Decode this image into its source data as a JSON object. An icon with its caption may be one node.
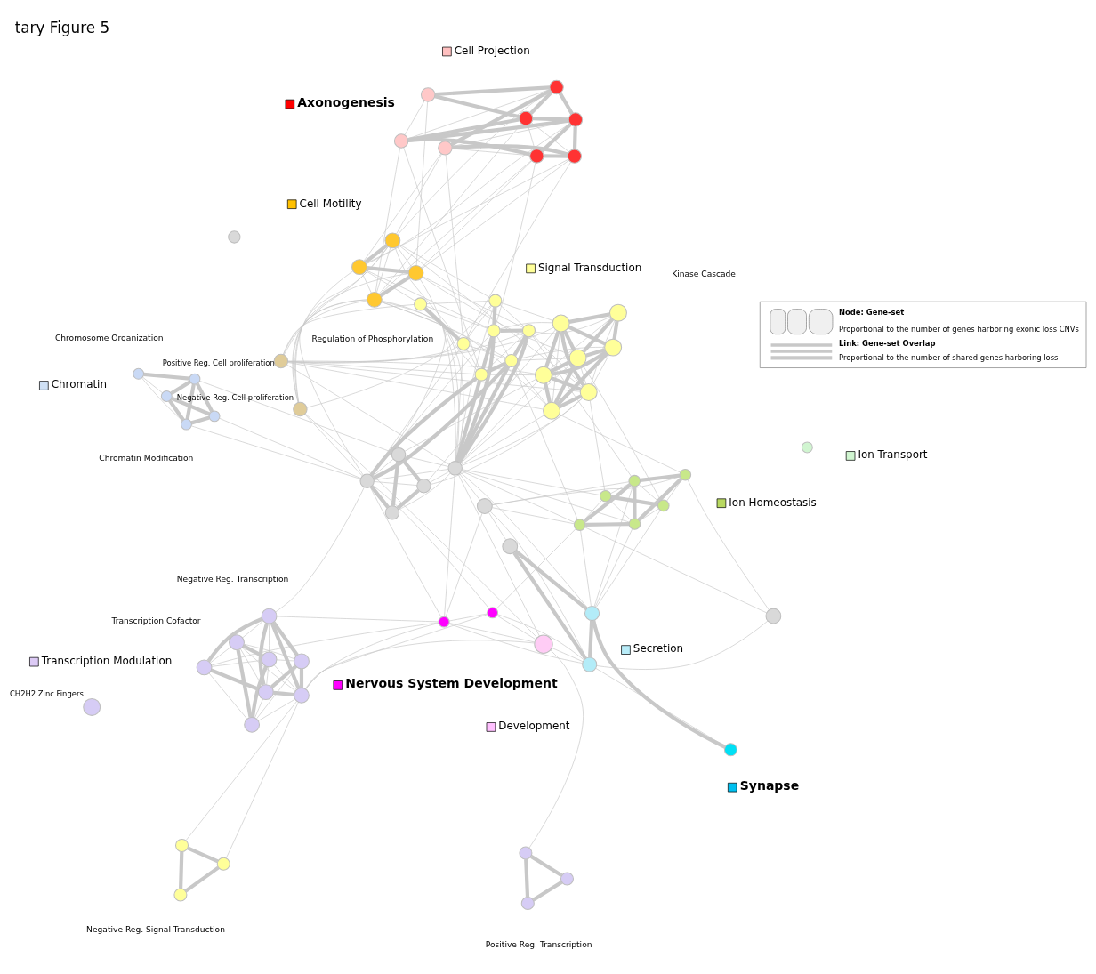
{
  "diagram": {
    "title": "tary Figure 5",
    "nodes": [
      {
        "text": [],
        "shape": "circle"
      },
      {
        "text": [],
        "shape": "circle"
      },
      {
        "text": [],
        "shape": "circle"
      },
      {
        "text": [],
        "shape": "circle"
      },
      {
        "text": [],
        "shape": "circle"
      },
      {
        "text": [],
        "shape": "circle"
      },
      {
        "text": [],
        "shape": "circle"
      },
      {
        "text": [],
        "shape": "circle"
      },
      {
        "text": [],
        "shape": "circle"
      },
      {
        "text": [],
        "shape": "circle"
      },
      {
        "text": [],
        "shape": "circle"
      },
      {
        "text": [],
        "shape": "circle"
      },
      {
        "text": [],
        "shape": "circle"
      },
      {
        "text": [],
        "shape": "circle"
      },
      {
        "text": [],
        "shape": "circle"
      },
      {
        "text": [],
        "shape": "circle"
      },
      {
        "text": [],
        "shape": "circle",
        "beside": [
          "CH2H2 Zinc Fingers"
        ]
      },
      {
        "text": [],
        "shape": "circle"
      },
      {
        "text": [],
        "shape": "circle"
      },
      {
        "text": [],
        "shape": "circle"
      },
      {
        "text": [],
        "shape": "circle"
      },
      {
        "text": [],
        "shape": "circle"
      },
      {
        "text": [],
        "shape": "circle"
      },
      {
        "text": [],
        "shape": "circle"
      },
      {
        "text": [],
        "shape": "circle"
      },
      {
        "text": [],
        "shape": "circle"
      },
      {
        "text": [],
        "shape": "circle"
      },
      {
        "text": [],
        "shape": "circle"
      },
      {
        "text": [],
        "shape": "circle"
      },
      {
        "text": [],
        "shape": "circle"
      },
      {
        "text": [],
        "shape": "circle"
      },
      {
        "text": [],
        "shape": "circle"
      },
      {
        "text": [],
        "shape": "circle"
      },
      {
        "text": [],
        "shape": "circle"
      },
      {
        "text": [],
        "shape": "circle"
      },
      {
        "text": [],
        "shape": "circle"
      },
      {
        "text": [],
        "shape": "circle"
      },
      {
        "text": [],
        "shape": "circle"
      },
      {
        "text": [],
        "shape": "circle"
      },
      {
        "text": [],
        "shape": "circle"
      },
      {
        "text": [],
        "shape": "circle"
      },
      {
        "text": [],
        "shape": "circle"
      },
      {
        "text": [],
        "shape": "circle"
      },
      {
        "text": [],
        "shape": "circle"
      },
      {
        "text": [],
        "shape": "circle"
      },
      {
        "text": [],
        "shape": "circle"
      },
      {
        "text": [],
        "shape": "circle"
      },
      {
        "text": [],
        "shape": "circle"
      },
      {
        "text": [],
        "shape": "circle"
      },
      {
        "text": [],
        "shape": "circle"
      },
      {
        "text": [],
        "shape": "circle"
      },
      {
        "text": [],
        "shape": "circle"
      },
      {
        "text": [],
        "shape": "circle"
      },
      {
        "text": [],
        "shape": "circle"
      },
      {
        "text": [],
        "shape": "circle"
      },
      {
        "text": [],
        "shape": "circle",
        "beside": [
          "Negative Reg. Cell proliferation"
        ]
      },
      {
        "text": [],
        "shape": "circle",
        "beside": [
          "Positive Reg. Cell proliferation"
        ]
      },
      {
        "text": [],
        "shape": "circle"
      },
      {
        "text": [],
        "shape": "circle"
      },
      {
        "text": [],
        "shape": "circle"
      },
      {
        "text": [],
        "shape": "circle"
      },
      {
        "text": [],
        "shape": "circle"
      },
      {
        "text": [],
        "shape": "circle"
      },
      {
        "text": [],
        "shape": "circle"
      },
      {
        "text": [],
        "shape": "circle"
      },
      {
        "text": [],
        "shape": "circle"
      },
      {
        "text": [],
        "shape": "circle"
      },
      {
        "text": [],
        "shape": "circle"
      },
      {
        "text": [],
        "shape": "circle"
      },
      {
        "text": [],
        "shape": "circle"
      }
    ],
    "edges": [
      {
        "from": 0,
        "to": 1,
        "arrow": "none",
        "style": "thick"
      },
      {
        "from": 1,
        "to": 2,
        "arrow": "none",
        "style": "thick"
      },
      {
        "from": 0,
        "to": 2,
        "arrow": "none",
        "style": "thick"
      },
      {
        "from": 0,
        "to": 13,
        "arrow": "none"
      },
      {
        "from": 2,
        "to": 13,
        "arrow": "none"
      },
      {
        "from": 3,
        "to": 4,
        "arrow": "none"
      },
      {
        "from": 3,
        "to": 5,
        "arrow": "none",
        "style": "thick"
      },
      {
        "from": 3,
        "to": 6,
        "arrow": "none"
      },
      {
        "from": 4,
        "to": 5,
        "arrow": "none",
        "style": "thick"
      },
      {
        "from": 4,
        "to": 6,
        "arrow": "none",
        "style": "thick"
      },
      {
        "from": 4,
        "to": 7,
        "arrow": "none",
        "style": "thick"
      },
      {
        "from": 5,
        "to": 7,
        "arrow": "none",
        "style": "thick"
      },
      {
        "from": 6,
        "to": 7,
        "arrow": "none",
        "style": "thick"
      },
      {
        "from": 6,
        "to": 5,
        "arrow": "none",
        "style": "thick"
      },
      {
        "from": 6,
        "to": 40,
        "arrow": "none"
      },
      {
        "from": 7,
        "to": 40,
        "arrow": "none"
      },
      {
        "from": 5,
        "to": 37,
        "arrow": "none"
      },
      {
        "from": 8,
        "to": 9,
        "arrow": "none",
        "style": "thick"
      },
      {
        "from": 9,
        "to": 10,
        "arrow": "none",
        "style": "thick"
      },
      {
        "from": 8,
        "to": 10,
        "arrow": "none",
        "style": "thick"
      },
      {
        "from": 8,
        "to": 11,
        "arrow": "none"
      },
      {
        "from": 8,
        "to": 13,
        "arrow": "none"
      },
      {
        "from": 8,
        "to": 12,
        "arrow": "none"
      },
      {
        "from": 8,
        "to": 14,
        "arrow": "none"
      },
      {
        "from": 9,
        "to": 11,
        "arrow": "none"
      },
      {
        "from": 9,
        "to": 12,
        "arrow": "none"
      },
      {
        "from": 9,
        "to": 13,
        "arrow": "none"
      },
      {
        "from": 9,
        "to": 14,
        "arrow": "none"
      },
      {
        "from": 9,
        "to": 15,
        "arrow": "none"
      },
      {
        "from": 10,
        "to": 11,
        "arrow": "none"
      },
      {
        "from": 10,
        "to": 12,
        "arrow": "none"
      },
      {
        "from": 10,
        "to": 13,
        "arrow": "none"
      },
      {
        "from": 10,
        "to": 14,
        "arrow": "none"
      },
      {
        "from": 10,
        "to": 15,
        "arrow": "none"
      },
      {
        "from": 11,
        "to": 12,
        "arrow": "none",
        "style": "thick"
      },
      {
        "from": 11,
        "to": 13,
        "arrow": "none",
        "style": "thick"
      },
      {
        "from": 11,
        "to": 15,
        "arrow": "none",
        "style": "thick"
      },
      {
        "from": 12,
        "to": 13,
        "arrow": "none",
        "style": "thick"
      },
      {
        "from": 12,
        "to": 14,
        "arrow": "none",
        "style": "thick"
      },
      {
        "from": 12,
        "to": 15,
        "arrow": "none",
        "style": "thick"
      },
      {
        "from": 13,
        "to": 15,
        "arrow": "none",
        "style": "thick"
      },
      {
        "from": 14,
        "to": 15,
        "arrow": "none",
        "style": "thick"
      },
      {
        "from": 13,
        "to": 31,
        "arrow": "none"
      },
      {
        "from": 13,
        "to": 30,
        "arrow": "none"
      },
      {
        "from": 13,
        "to": 32,
        "arrow": "none"
      },
      {
        "from": 14,
        "to": 31,
        "arrow": "none"
      },
      {
        "from": 15,
        "to": 31,
        "arrow": "none"
      },
      {
        "from": 15,
        "to": 40,
        "arrow": "none"
      },
      {
        "from": 17,
        "to": 18,
        "arrow": "none",
        "style": "thick"
      },
      {
        "from": 17,
        "to": 19,
        "arrow": "none"
      },
      {
        "from": 18,
        "to": 19,
        "arrow": "none",
        "style": "thick"
      },
      {
        "from": 18,
        "to": 22,
        "arrow": "none",
        "style": "thick"
      },
      {
        "from": 19,
        "to": 22,
        "arrow": "none",
        "style": "thick"
      },
      {
        "from": 18,
        "to": 24,
        "arrow": "none"
      },
      {
        "from": 18,
        "to": 26,
        "arrow": "none"
      },
      {
        "from": 18,
        "to": 27,
        "arrow": "none"
      },
      {
        "from": 18,
        "to": 36,
        "arrow": "none"
      },
      {
        "from": 18,
        "to": 28,
        "arrow": "none"
      },
      {
        "from": 19,
        "to": 21,
        "arrow": "none"
      },
      {
        "from": 19,
        "to": 20,
        "arrow": "none"
      },
      {
        "from": 19,
        "to": 31,
        "arrow": "none"
      },
      {
        "from": 19,
        "to": 30,
        "arrow": "none"
      },
      {
        "from": 20,
        "to": 27,
        "arrow": "none"
      },
      {
        "from": 21,
        "to": 27,
        "arrow": "none"
      },
      {
        "from": 21,
        "to": 26,
        "arrow": "none"
      },
      {
        "from": 21,
        "to": 25,
        "arrow": "none"
      },
      {
        "from": 20,
        "to": 25,
        "arrow": "none"
      },
      {
        "from": 21,
        "to": 36,
        "arrow": "none"
      },
      {
        "from": 21,
        "to": 22,
        "arrow": "none"
      },
      {
        "from": 24,
        "to": 25,
        "arrow": "none",
        "style": "thick"
      },
      {
        "from": 24,
        "to": 26,
        "arrow": "none",
        "style": "thick"
      },
      {
        "from": 24,
        "to": 27,
        "arrow": "none",
        "style": "thick"
      },
      {
        "from": 24,
        "to": 28,
        "arrow": "none"
      },
      {
        "from": 24,
        "to": 29,
        "arrow": "none"
      },
      {
        "from": 25,
        "to": 26,
        "arrow": "none",
        "style": "thick"
      },
      {
        "from": 25,
        "to": 28,
        "arrow": "none"
      },
      {
        "from": 26,
        "to": 27,
        "arrow": "none",
        "style": "thick"
      },
      {
        "from": 26,
        "to": 29,
        "arrow": "none"
      },
      {
        "from": 27,
        "to": 29,
        "arrow": "none"
      },
      {
        "from": 28,
        "to": 29,
        "arrow": "none",
        "style": "thick"
      },
      {
        "from": 26,
        "to": 28,
        "arrow": "none"
      },
      {
        "from": 27,
        "to": 36,
        "arrow": "none"
      },
      {
        "from": 29,
        "to": 36,
        "arrow": "none"
      },
      {
        "from": 28,
        "to": 43,
        "arrow": "none"
      },
      {
        "from": 25,
        "to": 41,
        "arrow": "none"
      },
      {
        "from": 24,
        "to": 36,
        "arrow": "none"
      },
      {
        "from": 29,
        "to": 46,
        "arrow": "none"
      },
      {
        "from": 26,
        "to": 50,
        "arrow": "none"
      },
      {
        "from": 27,
        "to": 48,
        "arrow": "none"
      },
      {
        "from": 30,
        "to": 31,
        "arrow": "none"
      },
      {
        "from": 30,
        "to": 32,
        "arrow": "none"
      },
      {
        "from": 31,
        "to": 32,
        "arrow": "none"
      },
      {
        "from": 30,
        "to": 27,
        "arrow": "none"
      },
      {
        "from": 31,
        "to": 36,
        "arrow": "none"
      },
      {
        "from": 32,
        "to": 36,
        "arrow": "none"
      },
      {
        "from": 32,
        "to": 19,
        "arrow": "none"
      },
      {
        "from": 32,
        "to": 55,
        "arrow": "none"
      },
      {
        "from": 32,
        "to": 34,
        "arrow": "none"
      },
      {
        "from": 31,
        "to": 40,
        "arrow": "none"
      },
      {
        "from": 30,
        "to": 40,
        "arrow": "none"
      },
      {
        "from": 31,
        "to": 21,
        "arrow": "none"
      },
      {
        "from": 33,
        "to": 34,
        "arrow": "none",
        "style": "thick"
      },
      {
        "from": 33,
        "to": 35,
        "arrow": "none",
        "style": "thick"
      },
      {
        "from": 34,
        "to": 35,
        "arrow": "none",
        "style": "thick"
      },
      {
        "from": 36,
        "to": 37,
        "arrow": "none"
      },
      {
        "from": 36,
        "to": 38,
        "arrow": "none"
      },
      {
        "from": 36,
        "to": 39,
        "arrow": "none"
      },
      {
        "from": 36,
        "to": 40,
        "arrow": "none"
      },
      {
        "from": 36,
        "to": 48,
        "arrow": "none",
        "style": "thick"
      },
      {
        "from": 36,
        "to": 49,
        "arrow": "none",
        "style": "thick"
      },
      {
        "from": 36,
        "to": 50,
        "arrow": "none",
        "style": "thick"
      },
      {
        "from": 36,
        "to": 51,
        "arrow": "none",
        "style": "thick"
      },
      {
        "from": 36,
        "to": 52,
        "arrow": "none"
      },
      {
        "from": 36,
        "to": 53,
        "arrow": "none"
      },
      {
        "from": 36,
        "to": 54,
        "arrow": "none"
      },
      {
        "from": 36,
        "to": 41,
        "arrow": "none"
      },
      {
        "from": 36,
        "to": 43,
        "arrow": "none"
      },
      {
        "from": 36,
        "to": 45,
        "arrow": "none"
      },
      {
        "from": 36,
        "to": 46,
        "arrow": "none"
      },
      {
        "from": 36,
        "to": 57,
        "arrow": "none"
      },
      {
        "from": 36,
        "to": 58,
        "arrow": "none"
      },
      {
        "from": 37,
        "to": 38,
        "arrow": "none",
        "style": "thick"
      },
      {
        "from": 37,
        "to": 39,
        "arrow": "none",
        "style": "thick"
      },
      {
        "from": 38,
        "to": 39,
        "arrow": "none",
        "style": "thick"
      },
      {
        "from": 38,
        "to": 40,
        "arrow": "none",
        "style": "thick"
      },
      {
        "from": 37,
        "to": 40,
        "arrow": "none"
      },
      {
        "from": 39,
        "to": 40,
        "arrow": "none"
      },
      {
        "from": 40,
        "to": 48,
        "arrow": "none",
        "style": "thick"
      },
      {
        "from": 40,
        "to": 49,
        "arrow": "none",
        "style": "thick"
      },
      {
        "from": 40,
        "to": 51,
        "arrow": "none"
      },
      {
        "from": 40,
        "to": 53,
        "arrow": "none"
      },
      {
        "from": 40,
        "to": 54,
        "arrow": "none"
      },
      {
        "from": 40,
        "to": 57,
        "arrow": "none"
      },
      {
        "from": 39,
        "to": 46,
        "arrow": "none"
      },
      {
        "from": 39,
        "to": 47,
        "arrow": "none"
      },
      {
        "from": 37,
        "to": 45,
        "arrow": "none"
      },
      {
        "from": 41,
        "to": 42,
        "arrow": "none",
        "style": "thick"
      },
      {
        "from": 41,
        "to": 43,
        "arrow": "none",
        "style": "thick"
      },
      {
        "from": 41,
        "to": 45,
        "arrow": "none",
        "style": "thick"
      },
      {
        "from": 41,
        "to": 46,
        "arrow": "none",
        "style": "thick"
      },
      {
        "from": 41,
        "to": 47,
        "arrow": "none"
      },
      {
        "from": 42,
        "to": 43,
        "arrow": "none",
        "style": "thick"
      },
      {
        "from": 42,
        "to": 44,
        "arrow": "none",
        "style": "thick"
      },
      {
        "from": 42,
        "to": 45,
        "arrow": "none",
        "style": "thick"
      },
      {
        "from": 42,
        "to": 46,
        "arrow": "none"
      },
      {
        "from": 42,
        "to": 47,
        "arrow": "none",
        "style": "thick"
      },
      {
        "from": 43,
        "to": 44,
        "arrow": "none",
        "style": "thick"
      },
      {
        "from": 43,
        "to": 45,
        "arrow": "none",
        "style": "thick"
      },
      {
        "from": 43,
        "to": 46,
        "arrow": "none"
      },
      {
        "from": 43,
        "to": 47,
        "arrow": "none",
        "style": "thick"
      },
      {
        "from": 44,
        "to": 45,
        "arrow": "none"
      },
      {
        "from": 44,
        "to": 46,
        "arrow": "none"
      },
      {
        "from": 44,
        "to": 47,
        "arrow": "none",
        "style": "thick"
      },
      {
        "from": 45,
        "to": 46,
        "arrow": "none",
        "style": "thick"
      },
      {
        "from": 45,
        "to": 47,
        "arrow": "none",
        "style": "thick"
      },
      {
        "from": 46,
        "to": 47,
        "arrow": "none",
        "style": "thick"
      },
      {
        "from": 48,
        "to": 49,
        "arrow": "none",
        "style": "thick"
      },
      {
        "from": 48,
        "to": 50,
        "arrow": "none",
        "style": "thick"
      },
      {
        "from": 48,
        "to": 51,
        "arrow": "none"
      },
      {
        "from": 49,
        "to": 50,
        "arrow": "none"
      },
      {
        "from": 49,
        "to": 51,
        "arrow": "none",
        "style": "thick"
      },
      {
        "from": 50,
        "to": 51,
        "arrow": "none",
        "style": "thick"
      },
      {
        "from": 50,
        "to": 52,
        "arrow": "none"
      },
      {
        "from": 51,
        "to": 52,
        "arrow": "none",
        "style": "thick"
      },
      {
        "from": 51,
        "to": 53,
        "arrow": "none"
      },
      {
        "from": 52,
        "to": 53,
        "arrow": "none"
      },
      {
        "from": 52,
        "to": 54,
        "arrow": "none"
      },
      {
        "from": 53,
        "to": 54,
        "arrow": "none",
        "style": "thick"
      },
      {
        "from": 49,
        "to": 54,
        "arrow": "none"
      },
      {
        "from": 48,
        "to": 54,
        "arrow": "none"
      },
      {
        "from": 48,
        "to": 41,
        "arrow": "none"
      },
      {
        "from": 48,
        "to": 43,
        "arrow": "none"
      },
      {
        "from": 49,
        "to": 45,
        "arrow": "none"
      },
      {
        "from": 50,
        "to": 46,
        "arrow": "none"
      },
      {
        "from": 51,
        "to": 47,
        "arrow": "none"
      },
      {
        "from": 52,
        "to": 47,
        "arrow": "none"
      },
      {
        "from": 53,
        "to": 56,
        "arrow": "none"
      },
      {
        "from": 54,
        "to": 56,
        "arrow": "none"
      },
      {
        "from": 50,
        "to": 44,
        "arrow": "none"
      },
      {
        "from": 48,
        "to": 42,
        "arrow": "none"
      },
      {
        "from": 55,
        "to": 57,
        "arrow": "none"
      },
      {
        "from": 55,
        "to": 58,
        "arrow": "none"
      },
      {
        "from": 55,
        "to": 59,
        "arrow": "none"
      },
      {
        "from": 55,
        "to": 60,
        "arrow": "none"
      },
      {
        "from": 55,
        "to": 40,
        "arrow": "none"
      },
      {
        "from": 55,
        "to": 52,
        "arrow": "none"
      },
      {
        "from": 56,
        "to": 46,
        "arrow": "none"
      },
      {
        "from": 56,
        "to": 47,
        "arrow": "none"
      },
      {
        "from": 56,
        "to": 45,
        "arrow": "none"
      },
      {
        "from": 56,
        "to": 41,
        "arrow": "none"
      },
      {
        "from": 56,
        "to": 49,
        "arrow": "none"
      },
      {
        "from": 56,
        "to": 50,
        "arrow": "none"
      },
      {
        "from": 56,
        "to": 57,
        "arrow": "none"
      },
      {
        "from": 56,
        "to": 60,
        "arrow": "none"
      },
      {
        "from": 56,
        "to": 36,
        "arrow": "none"
      },
      {
        "from": 57,
        "to": 58,
        "arrow": "none",
        "style": "thick"
      },
      {
        "from": 57,
        "to": 59,
        "arrow": "none"
      },
      {
        "from": 58,
        "to": 59,
        "arrow": "none",
        "style": "thick"
      },
      {
        "from": 59,
        "to": 60,
        "arrow": "none",
        "style": "thick"
      },
      {
        "from": 57,
        "to": 60,
        "arrow": "none"
      },
      {
        "from": 58,
        "to": 60,
        "arrow": "none"
      },
      {
        "from": 57,
        "to": 48,
        "arrow": "none"
      },
      {
        "from": 57,
        "to": 49,
        "arrow": "none"
      },
      {
        "from": 58,
        "to": 50,
        "arrow": "none"
      },
      {
        "from": 59,
        "to": 51,
        "arrow": "none"
      },
      {
        "from": 60,
        "to": 52,
        "arrow": "none"
      },
      {
        "from": 60,
        "to": 54,
        "arrow": "none"
      },
      {
        "from": 59,
        "to": 53,
        "arrow": "none"
      },
      {
        "from": 57,
        "to": 41,
        "arrow": "none"
      },
      {
        "from": 58,
        "to": 43,
        "arrow": "none"
      },
      {
        "from": 60,
        "to": 46,
        "arrow": "none"
      },
      {
        "from": 62,
        "to": 63,
        "arrow": "none",
        "style": "thick"
      },
      {
        "from": 62,
        "to": 65,
        "arrow": "none",
        "style": "thick"
      },
      {
        "from": 62,
        "to": 66,
        "arrow": "none",
        "style": "thick"
      },
      {
        "from": 62,
        "to": 68,
        "arrow": "none"
      },
      {
        "from": 63,
        "to": 64,
        "arrow": "none",
        "style": "thick"
      },
      {
        "from": 63,
        "to": 65,
        "arrow": "none",
        "style": "thick"
      },
      {
        "from": 63,
        "to": 66,
        "arrow": "none"
      },
      {
        "from": 63,
        "to": 67,
        "arrow": "none"
      },
      {
        "from": 64,
        "to": 65,
        "arrow": "none",
        "style": "thick"
      },
      {
        "from": 64,
        "to": 67,
        "arrow": "none",
        "style": "thick"
      },
      {
        "from": 65,
        "to": 66,
        "arrow": "none",
        "style": "thick"
      },
      {
        "from": 65,
        "to": 67,
        "arrow": "none"
      },
      {
        "from": 65,
        "to": 68,
        "arrow": "none",
        "style": "thick"
      },
      {
        "from": 66,
        "to": 68,
        "arrow": "none",
        "style": "thick"
      },
      {
        "from": 66,
        "to": 69,
        "arrow": "none",
        "style": "thick"
      },
      {
        "from": 67,
        "to": 68,
        "arrow": "none",
        "style": "thick"
      },
      {
        "from": 68,
        "to": 69,
        "arrow": "none",
        "style": "thick"
      },
      {
        "from": 64,
        "to": 66,
        "arrow": "none"
      },
      {
        "from": 62,
        "to": 69,
        "arrow": "none"
      },
      {
        "from": 62,
        "to": 57,
        "arrow": "none"
      },
      {
        "from": 63,
        "to": 57,
        "arrow": "none"
      },
      {
        "from": 63,
        "to": 58,
        "arrow": "none"
      },
      {
        "from": 64,
        "to": 58,
        "arrow": "none"
      },
      {
        "from": 64,
        "to": 59,
        "arrow": "none"
      },
      {
        "from": 65,
        "to": 59,
        "arrow": "none"
      },
      {
        "from": 67,
        "to": 60,
        "arrow": "none"
      },
      {
        "from": 67,
        "to": 59,
        "arrow": "none"
      },
      {
        "from": 66,
        "to": 57,
        "arrow": "none"
      },
      {
        "from": 62,
        "to": 49,
        "arrow": "none"
      },
      {
        "from": 63,
        "to": 51,
        "arrow": "none"
      },
      {
        "from": 64,
        "to": 54,
        "arrow": "none"
      },
      {
        "from": 67,
        "to": 54,
        "arrow": "none"
      },
      {
        "from": 68,
        "to": 60,
        "arrow": "none"
      },
      {
        "from": 69,
        "to": 58,
        "arrow": "none"
      }
    ],
    "labels": [
      "Negative Reg. Signal Transduction",
      "Chromosome Organization",
      "Transcription Cofactor",
      "Chromatin Modification",
      "Negative Reg. Transcription",
      "Kinase Cascade",
      "Positive Reg. Transcription",
      "Regulation of Phosphorylation"
    ],
    "legend": [
      {
        "text": "Node: Gene-set"
      },
      {
        "text": "Proportional to the number of genes harboring exonic loss CNVs"
      },
      {
        "text": "Link: Gene-set Overlap"
      },
      {
        "text": "Proportional to the number of shared genes harboring loss"
      },
      {
        "text": "Chromatin",
        "color": "#cfe0f5"
      },
      {
        "text": "Synapse",
        "color": "#00c0f0"
      },
      {
        "text": "Transcription Modulation",
        "color": "#dccaf5"
      },
      {
        "text": "Secretion",
        "color": "#b8ecf8"
      },
      {
        "text": "Ion Transport",
        "color": "#d0f5d0"
      },
      {
        "text": "Ion Homeostasis",
        "color": "#b8d860"
      },
      {
        "text": "Nervous System Development",
        "color": "#ff00ff"
      },
      {
        "text": "Development",
        "color": "#ffc0ff"
      },
      {
        "text": "Signal Transduction",
        "color": "#ffff99"
      },
      {
        "text": "Cell Motility",
        "color": "#ffc000"
      },
      {
        "text": "Axonogenesis",
        "color": "#ff0000"
      },
      {
        "text": "Cell Projection",
        "color": "#ffc0c0"
      }
    ]
  }
}
